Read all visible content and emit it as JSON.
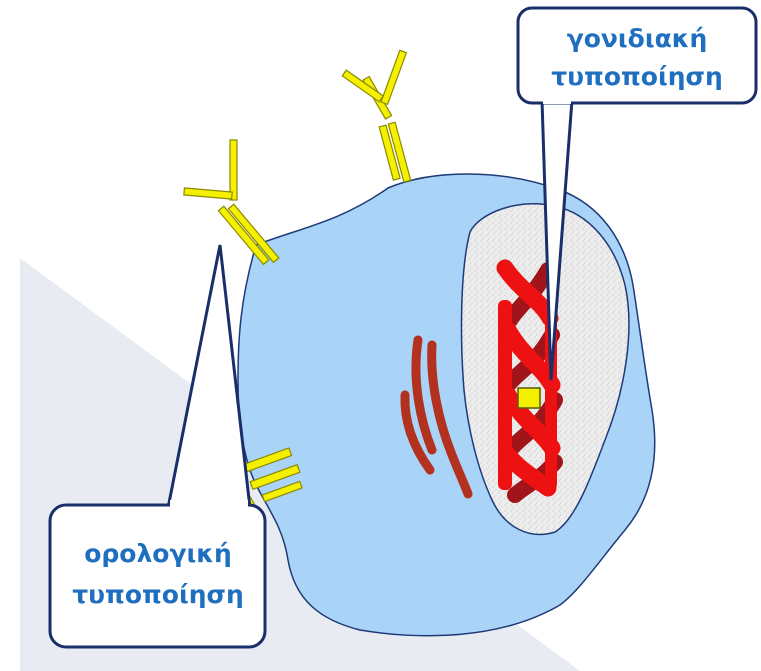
{
  "callouts": {
    "genetic": {
      "line1": "γονιδιακή",
      "line2": "τυποποίηση"
    },
    "serological": {
      "line1": "ορολογική",
      "line2": "τυποποίηση"
    }
  },
  "colors": {
    "background_panel": "#e8ebf1",
    "cell_body": "#a9d3f7",
    "cell_outline": "#1f3a78",
    "nucleus": "#ededed",
    "antibody": "#f4f000",
    "antibody_outline": "#8a8a00",
    "dna_strand": "#ee1111",
    "dna_dark": "#a0141a",
    "organelle": "#b2311f",
    "marker": "#f4f000",
    "callout_border": "#1a2f6a",
    "callout_text": "#1f6fc0"
  }
}
